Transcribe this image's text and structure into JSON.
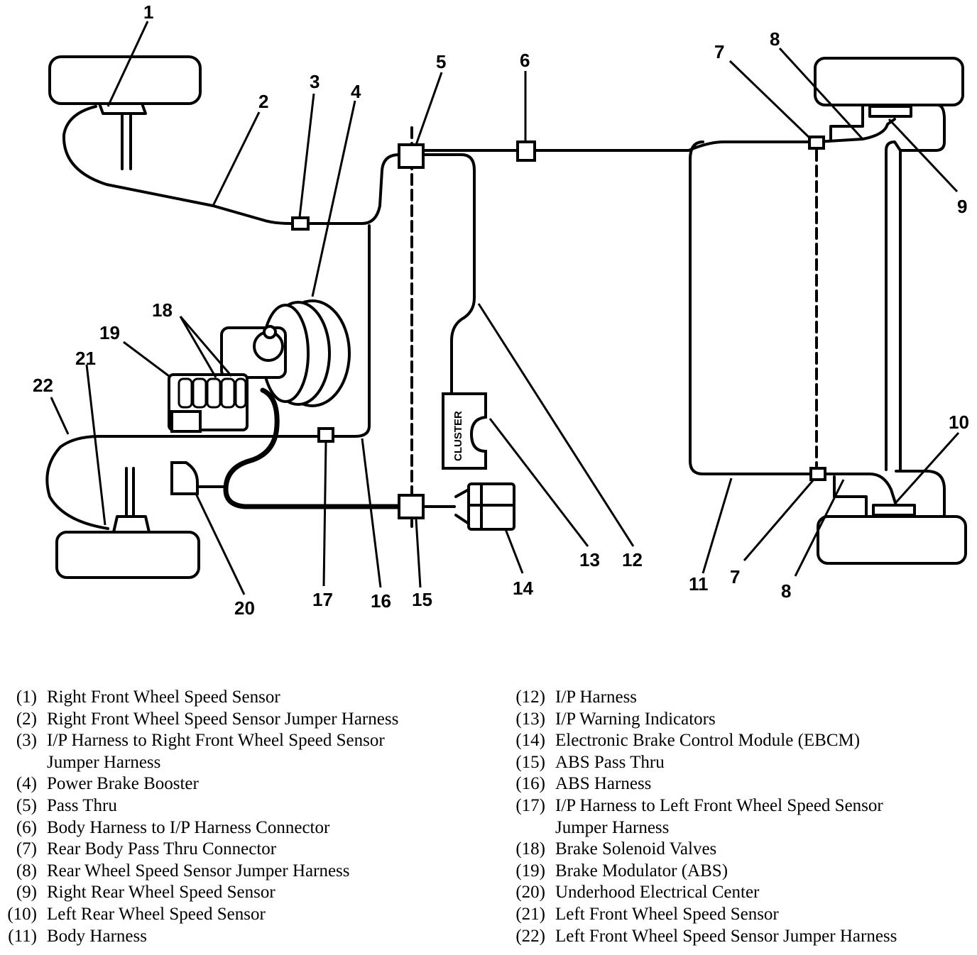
{
  "callouts": {
    "c1": "1",
    "c2": "2",
    "c3": "3",
    "c4": "4",
    "c5": "5",
    "c6": "6",
    "c7a": "7",
    "c7b": "7",
    "c8a": "8",
    "c8b": "8",
    "c9": "9",
    "c10": "10",
    "c11": "11",
    "c12": "12",
    "c13": "13",
    "c14": "14",
    "c15": "15",
    "c16": "16",
    "c17": "17",
    "c18": "18",
    "c19": "19",
    "c20": "20",
    "c21": "21",
    "c22": "22"
  },
  "cluster_label": "CLUSTER",
  "legend": {
    "left": [
      {
        "num": "(1)",
        "text": "Right Front Wheel Speed Sensor"
      },
      {
        "num": "(2)",
        "text": "Right Front Wheel Speed Sensor Jumper Harness"
      },
      {
        "num": "(3)",
        "text": "I/P Harness to Right Front Wheel Speed Sensor"
      },
      {
        "num": "",
        "text": "Jumper Harness"
      },
      {
        "num": "(4)",
        "text": "Power Brake Booster"
      },
      {
        "num": "(5)",
        "text": "Pass Thru"
      },
      {
        "num": "(6)",
        "text": "Body Harness to I/P Harness Connector"
      },
      {
        "num": "(7)",
        "text": "Rear Body Pass Thru Connector"
      },
      {
        "num": "(8)",
        "text": "Rear Wheel Speed Sensor Jumper Harness"
      },
      {
        "num": "(9)",
        "text": "Right Rear Wheel Speed Sensor"
      },
      {
        "num": "(10)",
        "text": "Left Rear Wheel Speed Sensor"
      },
      {
        "num": "(11)",
        "text": "Body Harness"
      }
    ],
    "right": [
      {
        "num": "(12)",
        "text": "I/P Harness"
      },
      {
        "num": "(13)",
        "text": "I/P Warning Indicators"
      },
      {
        "num": "(14)",
        "text": "Electronic Brake Control Module (EBCM)"
      },
      {
        "num": "(15)",
        "text": "ABS Pass Thru"
      },
      {
        "num": "(16)",
        "text": "ABS Harness"
      },
      {
        "num": "(17)",
        "text": "I/P Harness to Left Front Wheel Speed Sensor"
      },
      {
        "num": "",
        "text": "Jumper Harness"
      },
      {
        "num": "(18)",
        "text": "Brake Solenoid Valves"
      },
      {
        "num": "(19)",
        "text": "Brake Modulator (ABS)"
      },
      {
        "num": "(20)",
        "text": "Underhood Electrical Center"
      },
      {
        "num": "(21)",
        "text": "Left Front Wheel Speed Sensor"
      },
      {
        "num": "(22)",
        "text": "Left Front Wheel Speed Sensor Jumper Harness"
      }
    ]
  }
}
